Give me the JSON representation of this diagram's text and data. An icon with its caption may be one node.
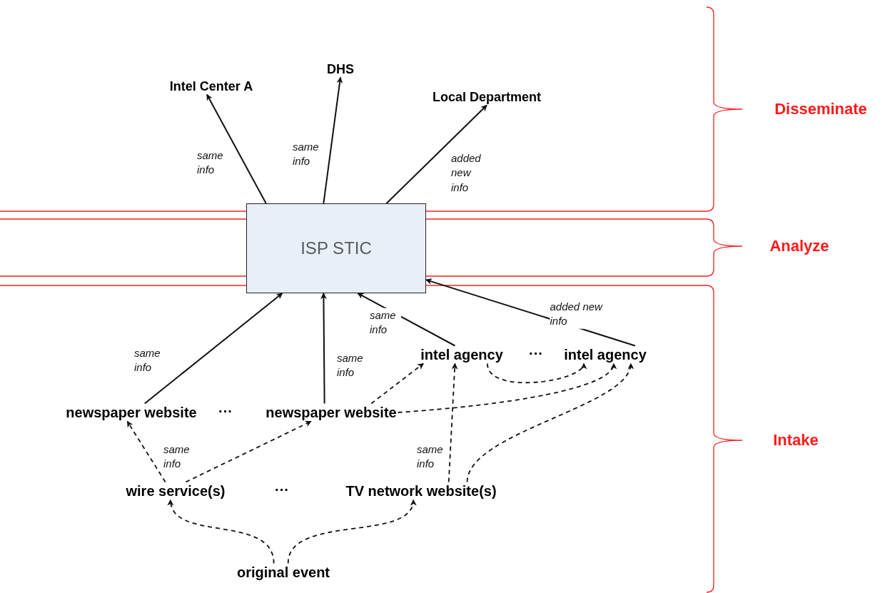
{
  "diagram": {
    "nodes": [
      {
        "text": [
          "Intel Center A"
        ]
      },
      {
        "text": [
          "DHS"
        ]
      },
      {
        "text": [
          "Local Department"
        ]
      },
      {
        "text": [
          "ISP STIC"
        ]
      },
      {
        "text": [
          "intel agency"
        ]
      },
      {
        "text": [
          "intel agency"
        ]
      },
      {
        "text": [
          "newspaper website"
        ]
      },
      {
        "text": [
          "newspaper website"
        ]
      },
      {
        "text": [
          "wire service(s)"
        ]
      },
      {
        "text": [
          "TV network website(s)"
        ]
      },
      {
        "text": [
          "original event"
        ]
      }
    ],
    "edges": [
      {
        "from": 3,
        "to": 0,
        "arrow": "to",
        "label": "same info"
      },
      {
        "from": 3,
        "to": 1,
        "arrow": "to",
        "label": "same info"
      },
      {
        "from": 3,
        "to": 2,
        "arrow": "to",
        "label": "added new info"
      },
      {
        "from": 6,
        "to": 3,
        "arrow": "to",
        "label": "same info"
      },
      {
        "from": 7,
        "to": 3,
        "arrow": "to",
        "label": "same info"
      },
      {
        "from": 4,
        "to": 3,
        "arrow": "to",
        "label": "same info"
      },
      {
        "from": 5,
        "to": 3,
        "arrow": "to",
        "label": "added new info"
      },
      {
        "from": 7,
        "to": 4,
        "arrow": "to",
        "style": "dashed"
      },
      {
        "from": 4,
        "to": 5,
        "arrow": "to",
        "style": "dashed"
      },
      {
        "from": 7,
        "to": 5,
        "arrow": "to",
        "style": "dashed"
      },
      {
        "from": 9,
        "to": 4,
        "arrow": "to",
        "style": "dashed",
        "label": "same info"
      },
      {
        "from": 9,
        "to": 5,
        "arrow": "to",
        "style": "dashed"
      },
      {
        "from": 8,
        "to": 6,
        "arrow": "to",
        "style": "dashed"
      },
      {
        "from": 8,
        "to": 7,
        "arrow": "to",
        "style": "dashed",
        "label": "same info"
      },
      {
        "from": 10,
        "to": 8,
        "arrow": "to",
        "style": "dashed"
      },
      {
        "from": 10,
        "to": 9,
        "arrow": "to",
        "style": "dashed"
      }
    ],
    "labels": [
      "Disseminate",
      "Analyze",
      "Intake",
      "···",
      "···",
      "···"
    ]
  }
}
